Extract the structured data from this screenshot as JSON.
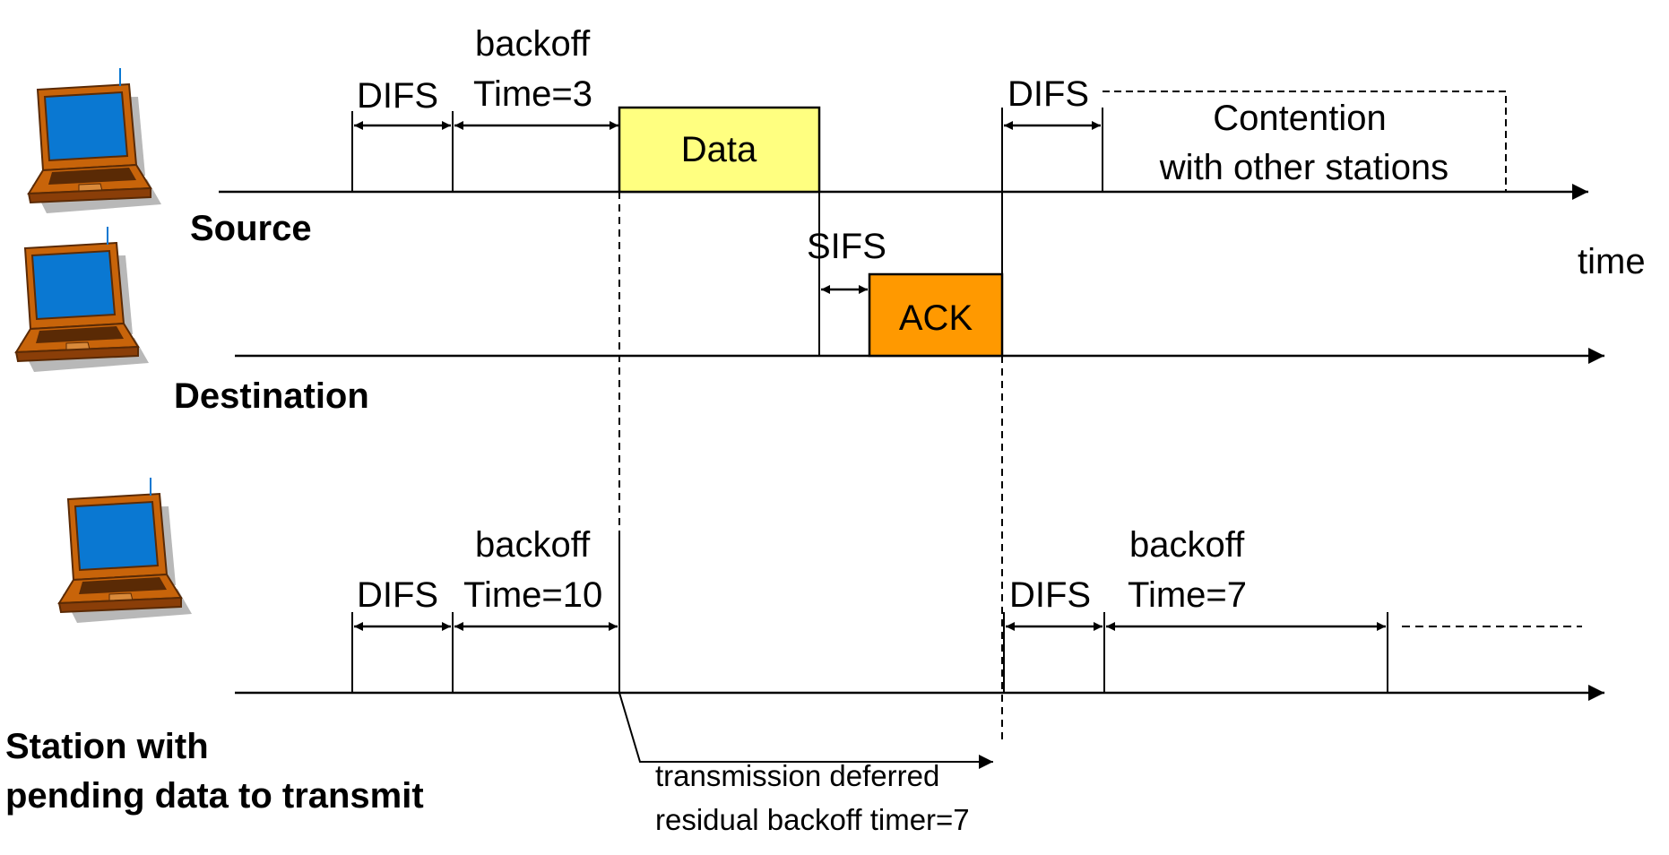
{
  "stations": {
    "source": "Source",
    "destination": "Destination",
    "pending_line1": "Station with",
    "pending_line2": "pending data to transmit"
  },
  "axis": {
    "time_label": "time"
  },
  "source_row": {
    "difs1": "DIFS",
    "backoff_line1": "backoff",
    "backoff_line2": "Time=3",
    "data_frame": "Data",
    "difs2": "DIFS",
    "contention_line1": "Contention",
    "contention_line2": "with other stations"
  },
  "destination_row": {
    "sifs": "SIFS",
    "ack_frame": "ACK"
  },
  "pending_row": {
    "difs1": "DIFS",
    "backoff1_line1": "backoff",
    "backoff1_line2": "Time=10",
    "difs2": "DIFS",
    "backoff2_line1": "backoff",
    "backoff2_line2": "Time=7",
    "note_line1": "transmission deferred",
    "note_line2": "residual backoff timer=7"
  },
  "colors": {
    "data_fill": "#ffff80",
    "ack_fill": "#ff9900",
    "laptop_body": "#c8640a",
    "laptop_screen": "#0a78d2",
    "laptop_dark": "#5a2a05",
    "laptop_shadow": "#b8b8b8"
  }
}
